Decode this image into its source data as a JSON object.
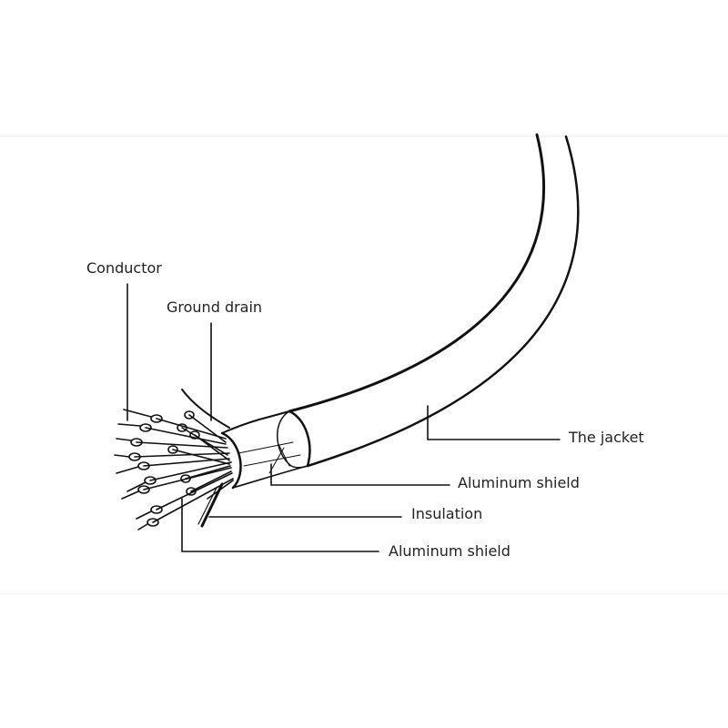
{
  "labels": {
    "conductor": "Conductor",
    "ground_drain": "Ground drain",
    "jacket": "The jacket",
    "aluminum_shield_outer": "Aluminum shield",
    "insulation": "Insulation",
    "aluminum_shield_inner": "Aluminum shield"
  },
  "colors": {
    "line": "#111111",
    "text": "#222222",
    "background": "#ffffff"
  }
}
